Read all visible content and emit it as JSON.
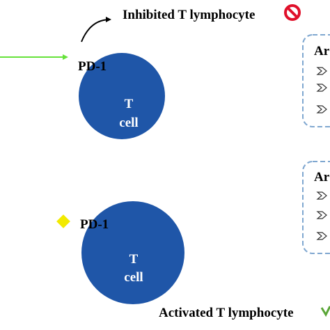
{
  "top_panel": {
    "status_label": "Inhibited T lymphocyte",
    "status_icon": "prohibition-icon",
    "receptor_label": "PD-1",
    "cell_label_line1": "T",
    "cell_label_line2": "cell",
    "box_heading_partial": "Ar",
    "box_bullet_icon": "chevron-bullet-icon"
  },
  "bottom_panel": {
    "status_label": "Activated T lymphocyte",
    "status_icon": "check-icon",
    "receptor_label": "PD-1",
    "cell_label_line1": "T",
    "cell_label_line2": "cell",
    "box_heading_partial": "Ar",
    "box_bullet_icon": "chevron-bullet-icon"
  },
  "colors": {
    "cell_fill": "#1f56a8",
    "arrow_green": "#66e23a",
    "diamond_yellow": "#f2ea00",
    "prohibit_red": "#e0102a",
    "box_border": "#7fa7d0",
    "check_green": "#5aa637"
  }
}
